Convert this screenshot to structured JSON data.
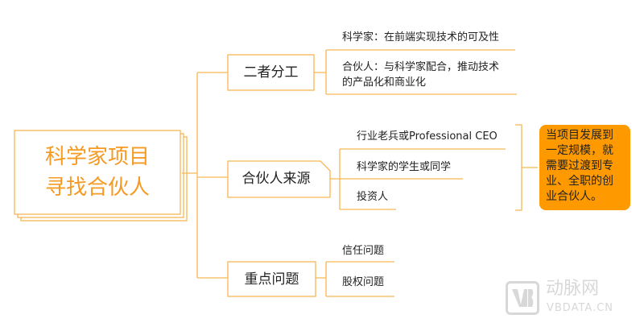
{
  "root": {
    "line1": "科学家项目",
    "line2": "寻找合伙人"
  },
  "branches": [
    {
      "label": "二者分工",
      "leaves": [
        "科学家：在前端实现技术的可及性",
        "合伙人：与科学家配合，推动技术",
        "的产品化和商业化"
      ]
    },
    {
      "label": "合伙人来源",
      "leaves": [
        "行业老兵或Professional CEO",
        "科学家的学生或同学",
        "投资人"
      ]
    },
    {
      "label": "重点问题",
      "leaves": [
        "信任问题",
        "股权问题"
      ]
    }
  ],
  "note": "当项目发展到一定规模，就需要过渡到专业、全职的创业合伙人。",
  "watermark": {
    "logo": "VB",
    "cn": "动脉网",
    "en": "VBDATA.CN"
  },
  "colors": {
    "line": "#f7b655",
    "accent": "#f59a23",
    "note_bg": "#ff9900"
  }
}
